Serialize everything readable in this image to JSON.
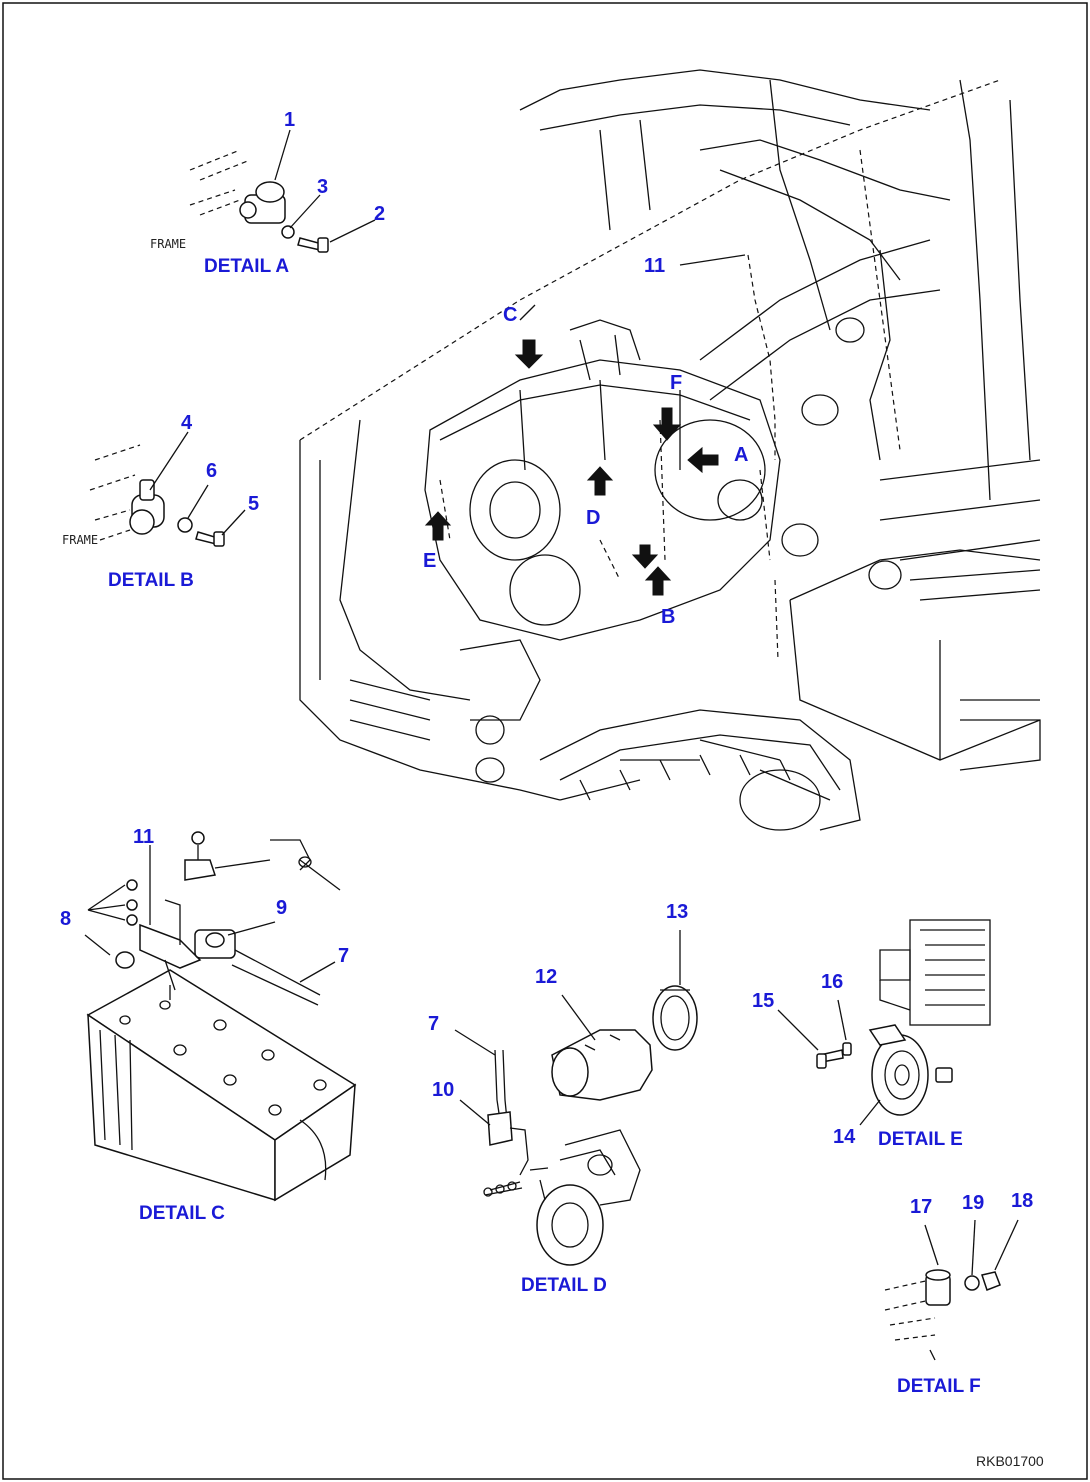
{
  "drawing_code": "RKB01700",
  "details": {
    "a": "DETAIL A",
    "b": "DETAIL B",
    "c": "DETAIL C",
    "d": "DETAIL D",
    "e": "DETAIL E",
    "f": "DETAIL F"
  },
  "frame_labels": {
    "a": "FRAME",
    "b": "FRAME"
  },
  "view_letters": [
    "A",
    "B",
    "C",
    "D",
    "E",
    "F"
  ],
  "callouts": [
    "1",
    "2",
    "3",
    "4",
    "5",
    "6",
    "7",
    "8",
    "9",
    "10",
    "11",
    "12",
    "13",
    "14",
    "15",
    "16",
    "17",
    "18",
    "19"
  ]
}
